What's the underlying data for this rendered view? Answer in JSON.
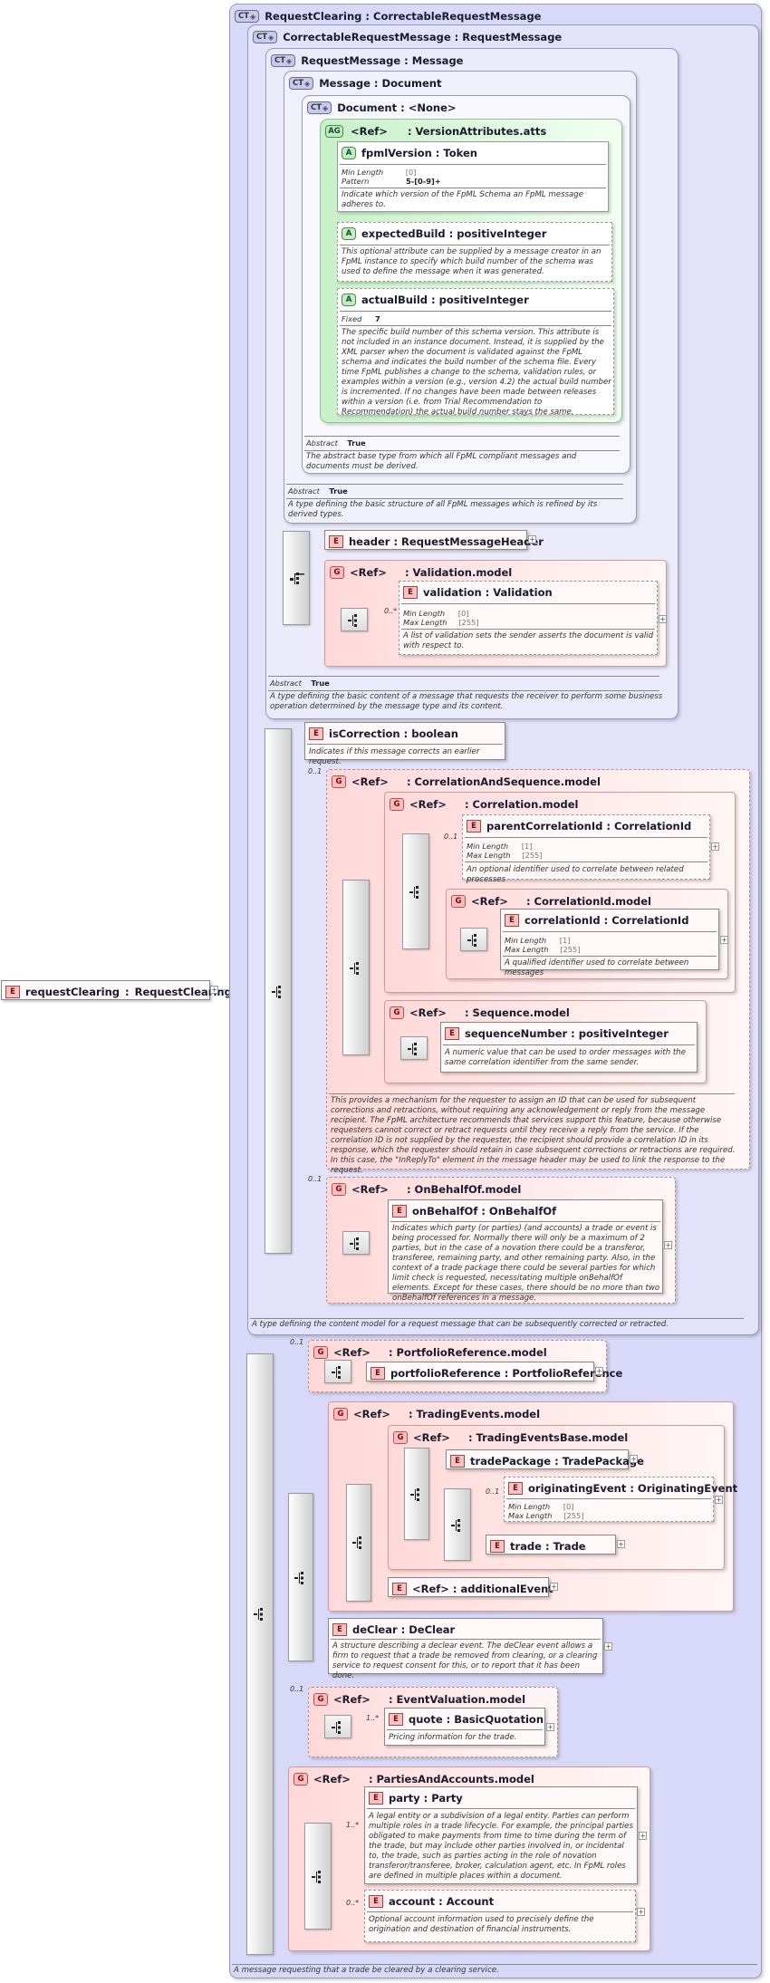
{
  "root": {
    "badge": "E",
    "name": "requestClearing",
    "sep": ":",
    "type": "RequestClearing"
  },
  "ct_request_clearing": {
    "badge": "CT",
    "title": "RequestClearing : CorrectableRequestMessage",
    "doc": "A message requesting that a trade be cleared by a clearing service."
  },
  "ct_correctable": {
    "badge": "CT",
    "title": "CorrectableRequestMessage : RequestMessage",
    "doc": "A type defining the content model for a request message that can be subsequently corrected or retracted."
  },
  "ct_request_message": {
    "badge": "CT",
    "title": "RequestMessage : Message",
    "abstract_label": "Abstract",
    "abstract_value": "True",
    "doc": "A type defining the basic content of a message that requests the receiver to perform some business operation determined by the message type and its content."
  },
  "ct_message": {
    "badge": "CT",
    "title": "Message : Document",
    "abstract_label": "Abstract",
    "abstract_value": "True",
    "doc": "A type defining the basic structure of all FpML messages which is refined by its derived types."
  },
  "ct_document": {
    "badge": "CT",
    "title": "Document : <None>",
    "abstract_label": "Abstract",
    "abstract_value": "True",
    "doc": "The abstract base type from which all FpML compliant messages and documents must be derived."
  },
  "version_attributes": {
    "badge": "AG",
    "ref": "<Ref>",
    "name": ": VersionAttributes.atts"
  },
  "fpml_version": {
    "badge": "A",
    "title": "fpmlVersion : Token",
    "min_label": "Min Length",
    "min_value": "[0]",
    "pattern_label": "Pattern",
    "pattern_value": "5-[0-9]+",
    "doc": "Indicate which version of the FpML Schema an FpML message adheres to."
  },
  "expected_build": {
    "badge": "A",
    "title": "expectedBuild : positiveInteger",
    "doc": "This optional attribute can be supplied by a message creator in an FpML instance to specify which build number of the schema was used to define the message when it was generated."
  },
  "actual_build": {
    "badge": "A",
    "title": "actualBuild : positiveInteger",
    "fixed_label": "Fixed",
    "fixed_value": "7",
    "doc": "The specific build number of this schema version. This attribute is not included in an instance document. Instead, it is supplied by the XML parser when the document is validated against the FpML schema and indicates the build number of the schema file. Every time FpML publishes a change to the schema, validation rules, or examples within a version (e.g., version 4.2) the actual build number is incremented. If no changes have been made between releases within a version (i.e. from Trial Recommendation to Recommendation) the actual build number stays the same."
  },
  "header": {
    "badge": "E",
    "title": "header : RequestMessageHeader"
  },
  "validation_model": {
    "badge": "G",
    "ref": "<Ref>",
    "name": ": Validation.model",
    "card": "0..*"
  },
  "validation": {
    "badge": "E",
    "title": "validation : Validation",
    "min_label": "Min Length",
    "min_value": "[0]",
    "max_label": "Max Length",
    "max_value": "[255]",
    "doc": "A list of validation sets the sender asserts the document is valid with respect to."
  },
  "is_correction": {
    "badge": "E",
    "title": "isCorrection : boolean",
    "doc": "Indicates if this message corrects an earlier request."
  },
  "correlation_and_sequence": {
    "badge": "G",
    "ref": "<Ref>",
    "name": ": CorrelationAndSequence.model",
    "card": "0..1",
    "doc": "This provides a mechanism for the requester to assign an ID that can be used for subsequent corrections and retractions, without requiring any acknowledgement or reply from the message recipient. The FpML architecture recommends that services support this feature, because otherwise requesters cannot correct or retract requests until they receive a reply from the service. If the correlation ID is not supplied by the requester, the recipient should provide a correlation ID in its response, which the requester should retain in case subsequent corrections or retractions are required. In this case, the \"InReplyTo\" element in the message header may be used to link the response to the request."
  },
  "correlation_model": {
    "badge": "G",
    "ref": "<Ref>",
    "name": ": Correlation.model"
  },
  "parent_correlation_id": {
    "badge": "E",
    "title": "parentCorrelationId : CorrelationId",
    "card": "0..1",
    "min_label": "Min Length",
    "min_value": "[1]",
    "max_label": "Max Length",
    "max_value": "[255]",
    "doc": "An optional identifier used to correlate between related processes"
  },
  "correlation_id_model": {
    "badge": "G",
    "ref": "<Ref>",
    "name": ": CorrelationId.model"
  },
  "correlation_id": {
    "badge": "E",
    "title": "correlationId : CorrelationId",
    "min_label": "Min Length",
    "min_value": "[1]",
    "max_label": "Max Length",
    "max_value": "[255]",
    "doc": "A qualified identifier used to correlate between messages"
  },
  "sequence_model": {
    "badge": "G",
    "ref": "<Ref>",
    "name": ": Sequence.model"
  },
  "sequence_number": {
    "badge": "E",
    "title": "sequenceNumber : positiveInteger",
    "doc": "A numeric value that can be used to order messages with the same correlation identifier from the same sender."
  },
  "on_behalf_of_model": {
    "badge": "G",
    "ref": "<Ref>",
    "name": ": OnBehalfOf.model",
    "card": "0..1"
  },
  "on_behalf_of": {
    "badge": "E",
    "title": "onBehalfOf : OnBehalfOf",
    "doc": "Indicates which party (or parties) (and accounts) a trade or event is being processed for. Normally there will only be a maximum of 2 parties, but in the case of a novation there could be a transferor, transferee, remaining party, and other remaining party. Also, in the context of a trade package there could be several parties for which limit check is requested, necessitating multiple onBehalfOf elements. Except for these cases, there should be no more than two onBehalfOf references in a message."
  },
  "portfolio_reference_model": {
    "badge": "G",
    "ref": "<Ref>",
    "name": ": PortfolioReference.model",
    "card": "0..1"
  },
  "portfolio_reference": {
    "badge": "E",
    "title": "portfolioReference : PortfolioReference"
  },
  "trading_events_model": {
    "badge": "G",
    "ref": "<Ref>",
    "name": ": TradingEvents.model"
  },
  "trading_events_base_model": {
    "badge": "G",
    "ref": "<Ref>",
    "name": ": TradingEventsBase.model"
  },
  "trade_package": {
    "badge": "E",
    "title": "tradePackage : TradePackage"
  },
  "originating_event": {
    "badge": "E",
    "title": "originatingEvent : OriginatingEvent",
    "card": "0..1",
    "min_label": "Min Length",
    "min_value": "[0]",
    "max_label": "Max Length",
    "max_value": "[255]"
  },
  "trade": {
    "badge": "E",
    "title": "trade : Trade"
  },
  "additional_event": {
    "badge": "E",
    "title": "<Ref> : additionalEvent"
  },
  "de_clear": {
    "badge": "E",
    "title": "deClear : DeClear",
    "doc": "A structure describing a declear event. The deClear event allows a firm to request that a trade be removed from clearing, or a clearing service to request consent for this, or to report that it has been done."
  },
  "event_valuation_model": {
    "badge": "G",
    "ref": "<Ref>",
    "name": ": EventValuation.model",
    "card": "0..1"
  },
  "quote": {
    "badge": "E",
    "title": "quote : BasicQuotation",
    "card": "1..*",
    "doc": "Pricing information for the trade."
  },
  "parties_and_accounts_model": {
    "badge": "G",
    "ref": "<Ref>",
    "name": ": PartiesAndAccounts.model"
  },
  "party": {
    "badge": "E",
    "title": "party : Party",
    "card": "1..*",
    "doc": "A legal entity or a subdivision of a legal entity. Parties can perform multiple roles in a trade lifecycle. For example, the principal parties obligated to make payments from time to time during the term of the trade, but may include other parties involved in, or incidental to, the trade, such as parties acting in the role of novation transferor/transferee, broker, calculation agent, etc. In FpML roles are defined in multiple places within a document."
  },
  "account": {
    "badge": "E",
    "title": "account : Account",
    "card": "0..*",
    "doc": "Optional account information used to precisely define the origination and destination of financial instruments."
  }
}
